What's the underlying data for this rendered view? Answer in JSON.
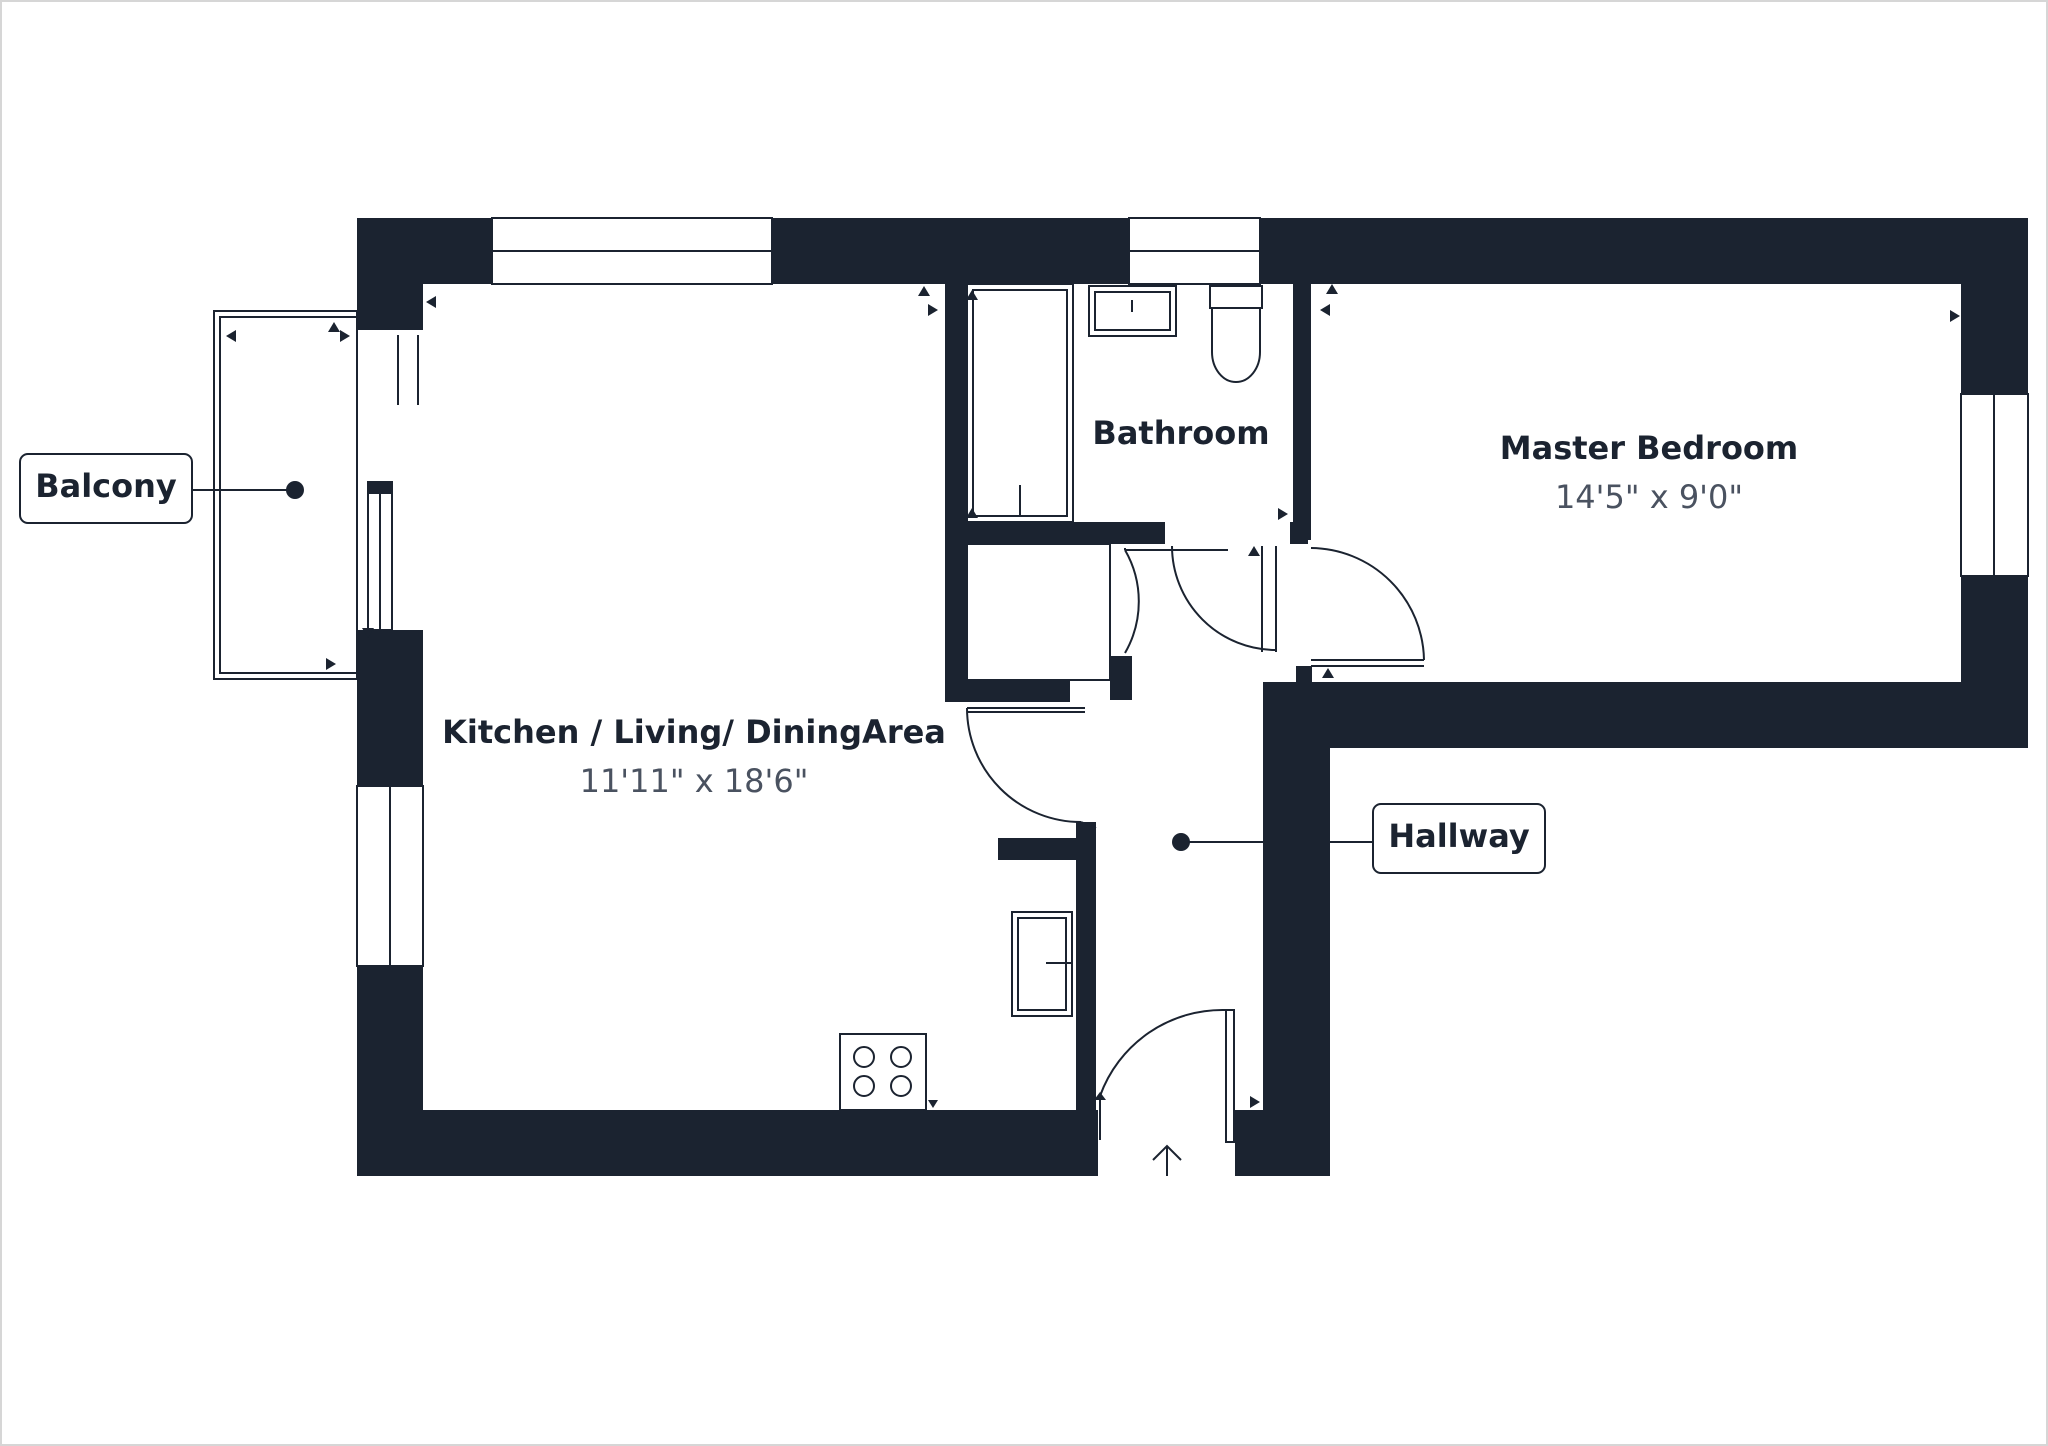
{
  "rooms": {
    "kitchen": {
      "name": "Kitchen / Living/ DiningArea",
      "dimensions": "11'11\" x 18'6\""
    },
    "bathroom": {
      "name": "Bathroom"
    },
    "bedroom": {
      "name": "Master Bedroom",
      "dimensions": "14'5\" x 9'0\""
    }
  },
  "callouts": {
    "balcony": "Balcony",
    "hallway": "Hallway"
  },
  "colors": {
    "wall": "#1b2330",
    "background": "#ffffff"
  }
}
